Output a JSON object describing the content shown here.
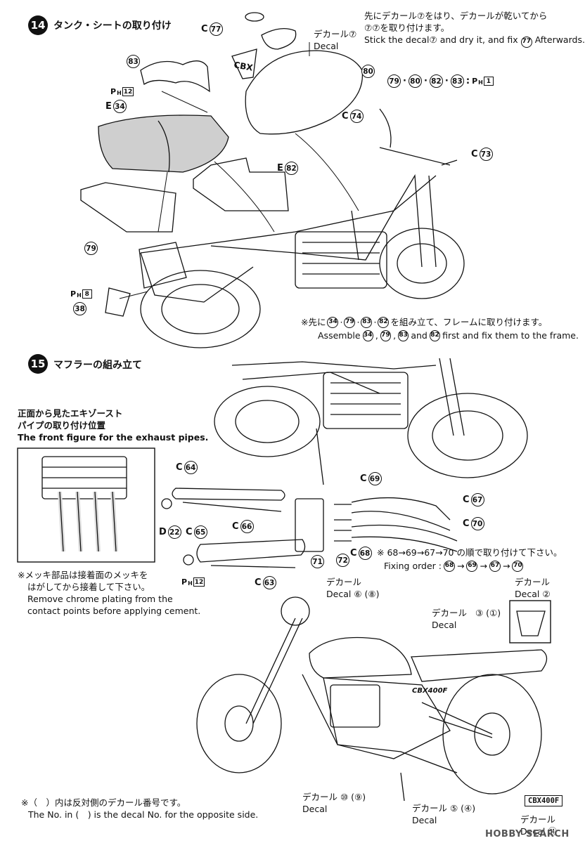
{
  "step14": {
    "number": "14",
    "title": "タンク・シートの取り付け",
    "note_jp_1": "先にデカール⑦をはり、デカールが乾いてから",
    "note_jp_2": "⑦⑦を取り付けます。",
    "note_en_pre": "Stick the decal⑦ and dry it, and fix",
    "note_en_post": "Afterwards.",
    "decal_label_jp": "デカール",
    "decal_label_en": "Decal",
    "decal_num": "⑦",
    "paint_note_parts": [
      "79",
      "80",
      "82",
      "83"
    ],
    "paint_code": "1",
    "parts": {
      "c77": {
        "letter": "C",
        "num": "77"
      },
      "p80": {
        "num": "80"
      },
      "p83": {
        "num": "83"
      },
      "e34": {
        "letter": "E",
        "num": "34"
      },
      "ph12": {
        "code": "12"
      },
      "c74": {
        "letter": "C",
        "num": "74"
      },
      "c73": {
        "letter": "C",
        "num": "73"
      },
      "e82": {
        "letter": "E",
        "num": "82"
      },
      "p79": {
        "num": "79"
      },
      "ph8": {
        "code": "8"
      },
      "p38": {
        "num": "38"
      }
    },
    "assemble_jp_pre": "※先に",
    "assemble_jp_post": "を組み立て、フレームに取り付けます。",
    "assemble_en_pre": "Assemble",
    "assemble_en_and": "and",
    "assemble_en_post": "first and fix them to the frame.",
    "assemble_parts": [
      "34",
      "79",
      "83",
      "82"
    ]
  },
  "step15": {
    "number": "15",
    "title": "マフラーの組み立て",
    "front_jp_1": "正面から見たエキゾースト",
    "front_jp_2": "パイプの取り付け位置",
    "front_en": "The front figure for the exhaust pipes.",
    "parts": {
      "c64": {
        "letter": "C",
        "num": "64"
      },
      "c69": {
        "letter": "C",
        "num": "69"
      },
      "c67": {
        "letter": "C",
        "num": "67"
      },
      "c70": {
        "letter": "C",
        "num": "70"
      },
      "d22": {
        "letter": "D",
        "num": "22"
      },
      "c65": {
        "letter": "C",
        "num": "65"
      },
      "c66": {
        "letter": "C",
        "num": "66"
      },
      "c68": {
        "letter": "C",
        "num": "68"
      },
      "p71": {
        "num": "71"
      },
      "p72": {
        "num": "72"
      },
      "c63": {
        "letter": "C",
        "num": "63"
      },
      "ph12b": {
        "code": "12"
      }
    },
    "order_jp": "※ 68→69→67→70 の順で取り付けて下さい。",
    "order_en_label": "Fixing order :",
    "order_seq": [
      "68",
      "69",
      "67",
      "70"
    ],
    "chrome_jp_1": "※メッキ部品は接着面のメッキを",
    "chrome_jp_2": "はがしてから接着して下さい。",
    "chrome_en_1": "Remove chrome plating from the",
    "chrome_en_2": "contact points before applying cement."
  },
  "decals": {
    "d6": {
      "jp": "デカール",
      "en": "Decal",
      "num": "⑥ (⑧)"
    },
    "d2": {
      "jp": "デカール",
      "en": "Decal",
      "num": "②"
    },
    "d3": {
      "jp": "デカール",
      "en": "Decal",
      "num": "③ (①)"
    },
    "d10": {
      "jp": "デカール",
      "en": "Decal",
      "num": "⑩ (⑨)"
    },
    "d5": {
      "jp": "デカール",
      "en": "Decal",
      "num": "⑤ (④)"
    },
    "d11": {
      "jp": "デカール",
      "en": "Decal",
      "num": "⑪"
    }
  },
  "tank_logo": "CBX400F",
  "side_logo": "CBX400F",
  "bottom_note_jp": "※（　）内は反対側のデカール番号です。",
  "bottom_note_en": "The No. in (　) is the decal No. for the opposite side.",
  "watermark": "HOBBY SEARCH"
}
